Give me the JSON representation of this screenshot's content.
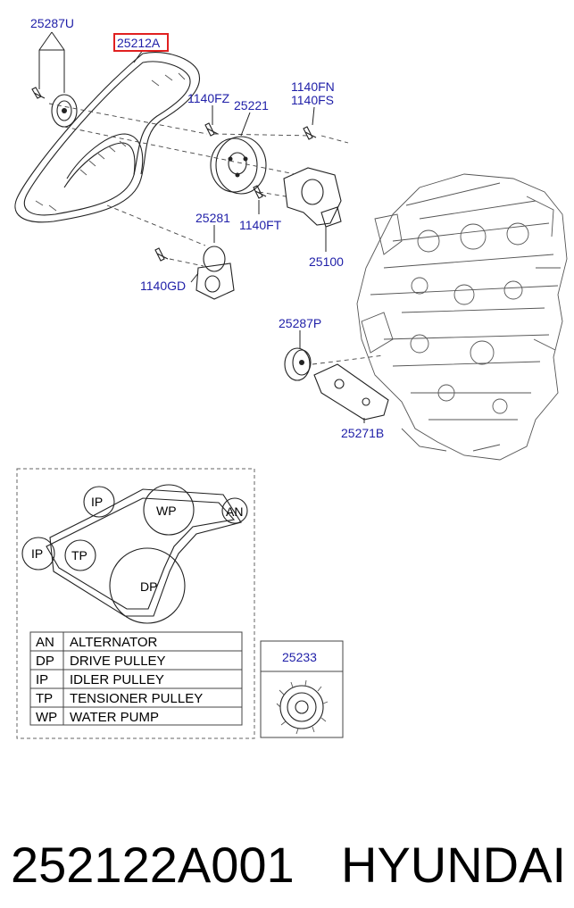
{
  "callouts": [
    {
      "id": "c1",
      "text": "25287U"
    },
    {
      "id": "c2",
      "text": "25212A"
    },
    {
      "id": "c3",
      "text": "1140FZ"
    },
    {
      "id": "c4",
      "text": "25221"
    },
    {
      "id": "c5",
      "text": "1140FN"
    },
    {
      "id": "c6",
      "text": "1140FS"
    },
    {
      "id": "c7",
      "text": "25281"
    },
    {
      "id": "c8",
      "text": "1140FT"
    },
    {
      "id": "c9",
      "text": "25100"
    },
    {
      "id": "c10",
      "text": "1140GD"
    },
    {
      "id": "c11",
      "text": "25287P"
    },
    {
      "id": "c12",
      "text": "25271B"
    }
  ],
  "highlight_color": "#e02020",
  "label_color": "#1f1fa8",
  "schematic": {
    "pulleys": [
      "IP",
      "WP",
      "AN",
      "IP",
      "TP",
      "DP"
    ]
  },
  "legend": [
    {
      "code": "AN",
      "name": "ALTERNATOR"
    },
    {
      "code": "DP",
      "name": "DRIVE PULLEY"
    },
    {
      "code": "IP",
      "name": "IDLER PULLEY"
    },
    {
      "code": "TP",
      "name": "TENSIONER PULLEY"
    },
    {
      "code": "WP",
      "name": "WATER PUMP"
    }
  ],
  "inset": {
    "part_number": "25233"
  },
  "footer": {
    "part_no": "252122A001",
    "brand": "HYUNDAI"
  }
}
